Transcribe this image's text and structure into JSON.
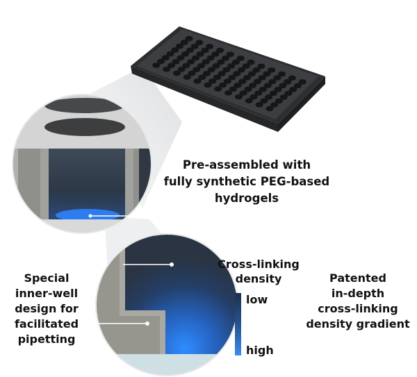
{
  "labels": {
    "pre_assembled": [
      "Pre-assembled with",
      "fully synthetic PEG-based",
      "hydrogels"
    ],
    "special": [
      "Special",
      "inner-well",
      "design for",
      "facilitated",
      "pipetting"
    ],
    "cross_linking": [
      "Cross-linking",
      "density"
    ],
    "patented": [
      "Patented",
      "in-depth",
      "cross-linking",
      "density gradient"
    ],
    "low": "low",
    "high": "high"
  },
  "colors": {
    "plate": "#3a3c3f",
    "well_dark": "#141618",
    "gradient_low": "#223a5c",
    "gradient_high": "#2e8cff",
    "grey_wall": "#9a9a98"
  },
  "plate": {
    "rows": 8,
    "columns": 12
  }
}
